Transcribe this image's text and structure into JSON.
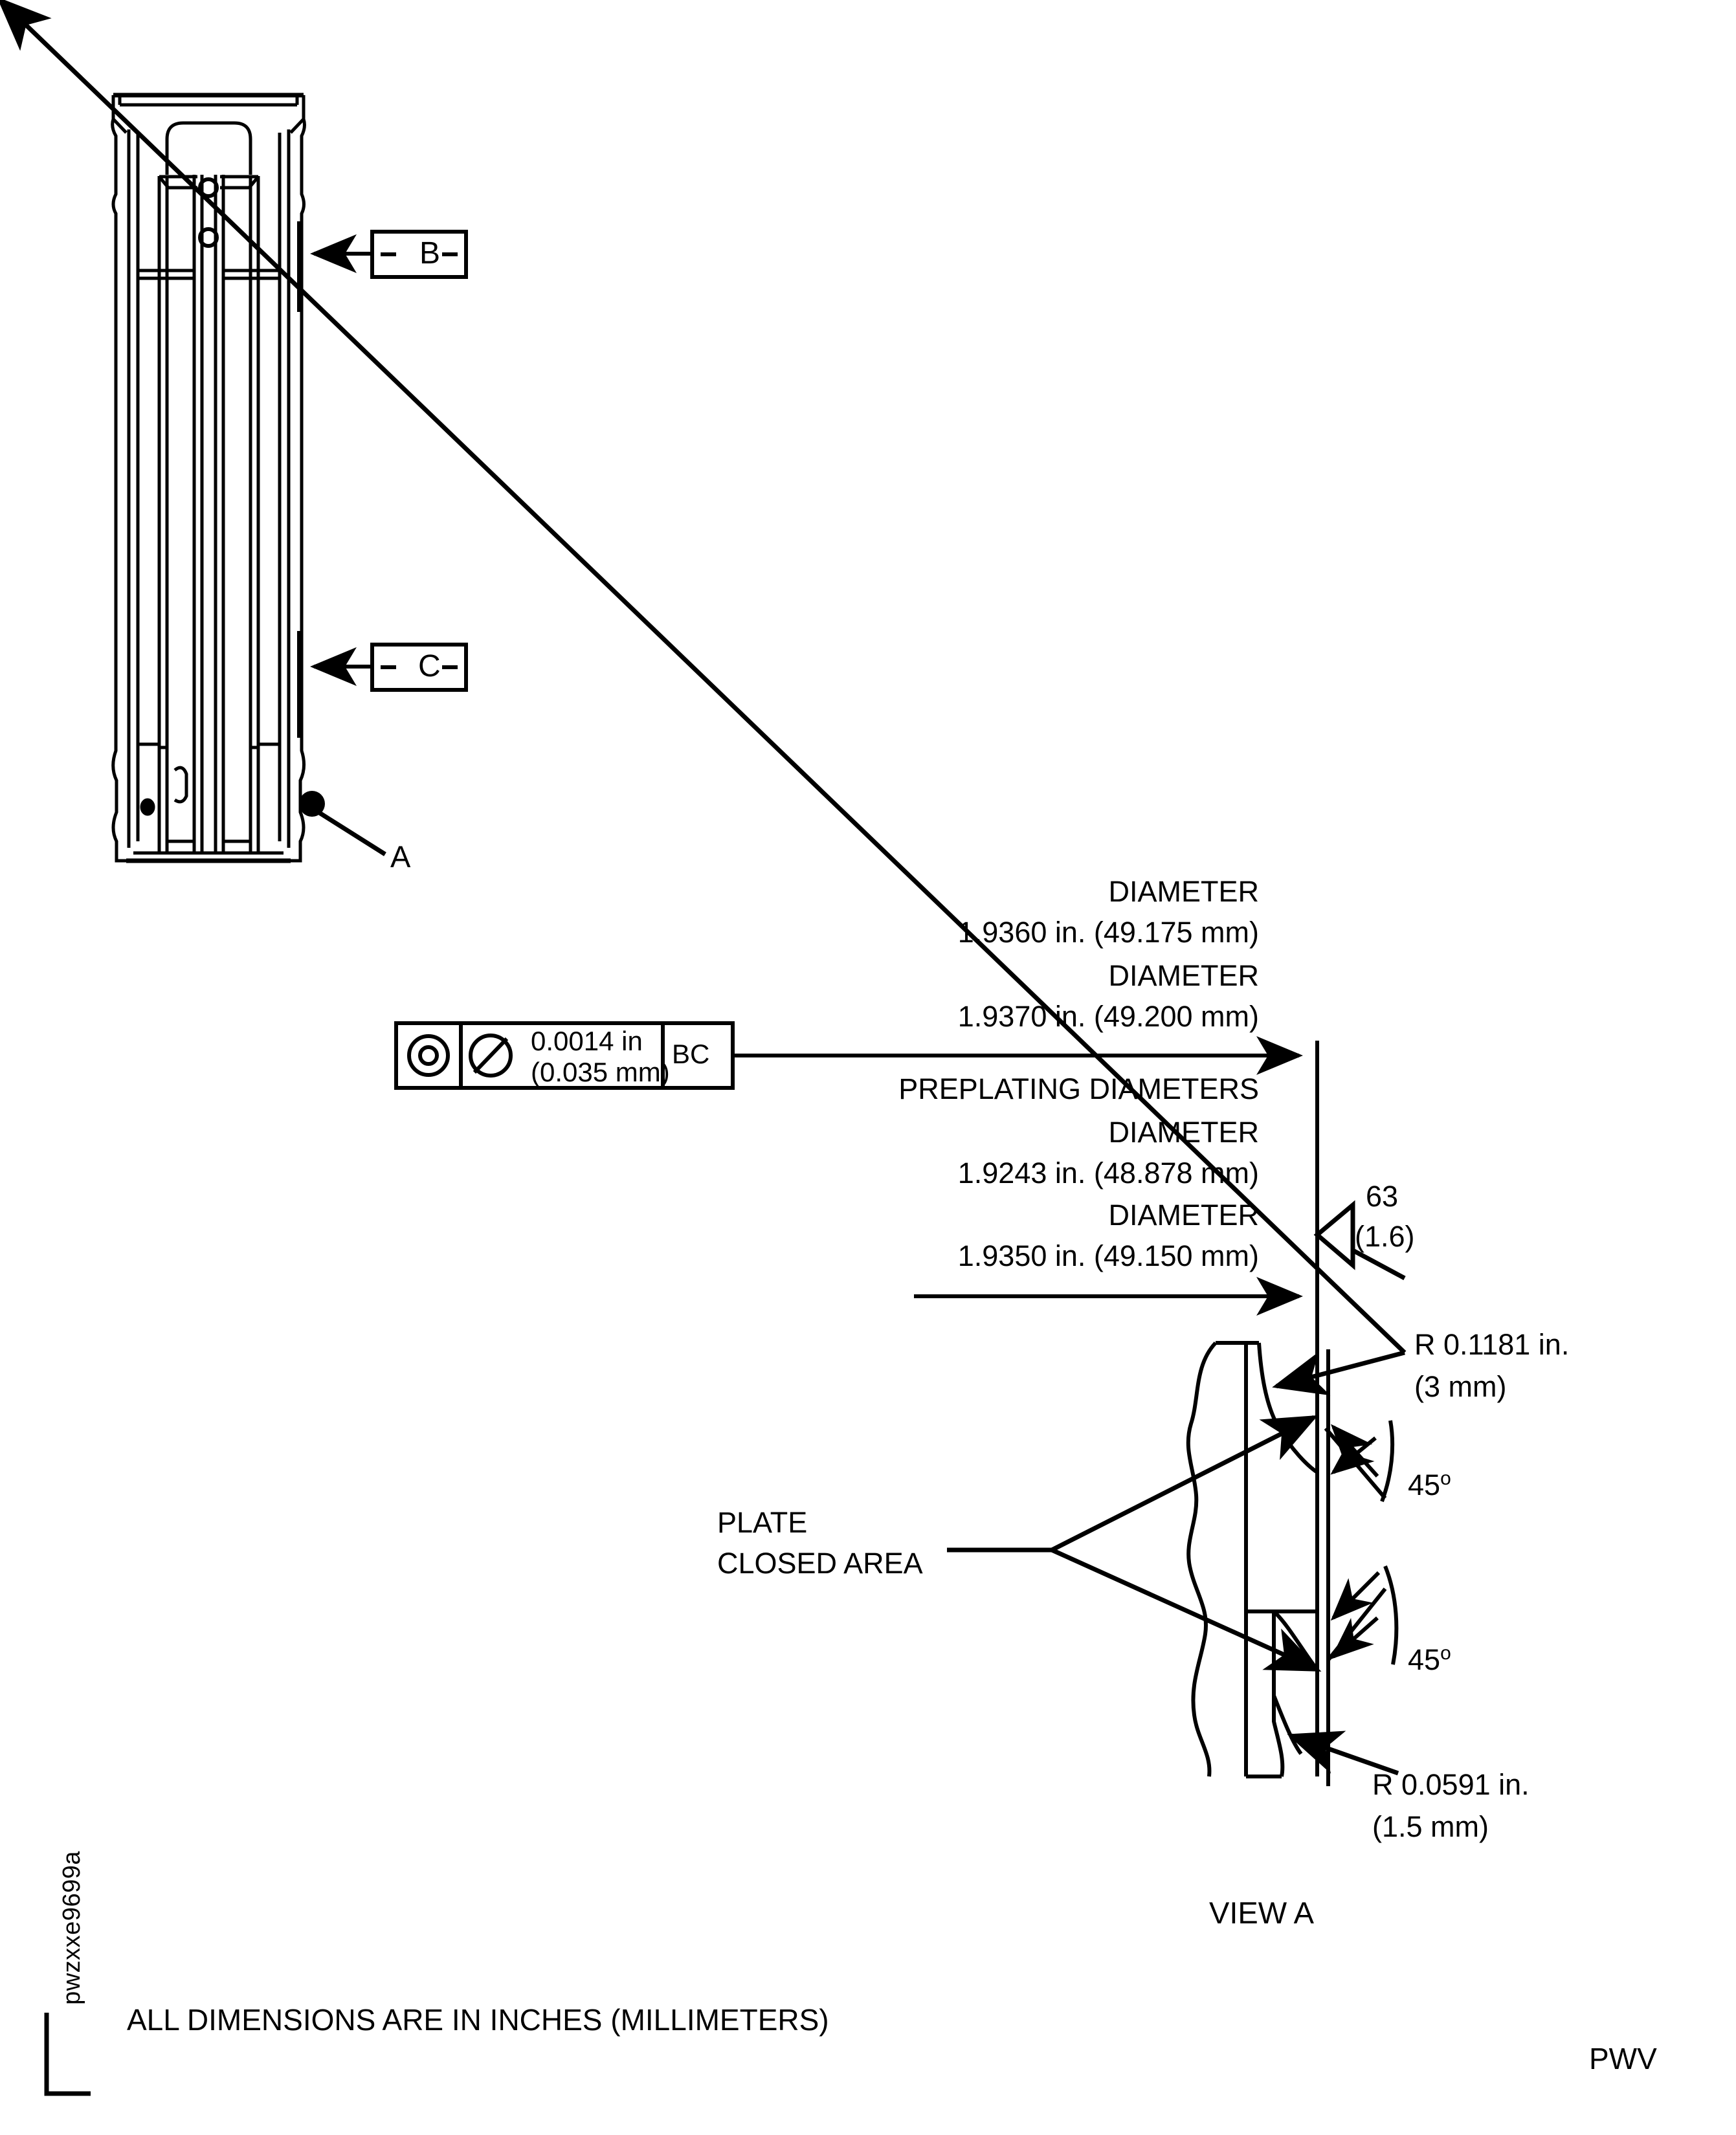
{
  "sheet": {
    "footer_note": "ALL DIMENSIONS ARE IN INCHES (MILLIMETERS)",
    "drawing_id": "pwzxxe9699a",
    "sheet_code": "PWV"
  },
  "part_view": {
    "datum_b": {
      "label": "B",
      "prefix_dash": "–",
      "suffix_dash": "–",
      "name": "datum-feature-b"
    },
    "datum_c": {
      "label": "C",
      "prefix_dash": "–",
      "suffix_dash": "–",
      "name": "datum-feature-c"
    },
    "detail_flag": {
      "label": "A"
    }
  },
  "feature_control_frame": {
    "symbol": "concentricity-symbol",
    "diameter_symbol": "⌀",
    "tolerance_in": "0.0014 in",
    "tolerance_mm": "(0.035 mm)",
    "datum_reference": "BC"
  },
  "dimensions": {
    "plated": {
      "line1_label": "DIAMETER",
      "line1_value": "1.9360 in. (49.175 mm)",
      "line2_label": "DIAMETER",
      "line2_value": "1.9370 in. (49.200 mm)"
    },
    "preplating_heading": "PREPLATING DIAMETERS",
    "preplating": {
      "line1_label": "DIAMETER",
      "line1_value": "1.9243 in. (48.878 mm)",
      "line2_label": "DIAMETER",
      "line2_value": "1.9350 in. (49.150 mm)"
    }
  },
  "surface_finish": {
    "value_in": "63",
    "value_mm": "(1.6)"
  },
  "view_a": {
    "title": "VIEW A",
    "plate_label_line1": "PLATE",
    "plate_label_line2": "CLOSED AREA",
    "radius_top_line1": "R 0.1181 in.",
    "radius_top_line2": "(3 mm)",
    "radius_bottom_line1": "R 0.0591 in.",
    "radius_bottom_line2": "(1.5 mm)",
    "angle_top": "45",
    "angle_top_unit": "o",
    "angle_bottom": "45",
    "angle_bottom_unit": "o"
  },
  "colors": {
    "ink": "#000000",
    "paper": "#ffffff"
  }
}
